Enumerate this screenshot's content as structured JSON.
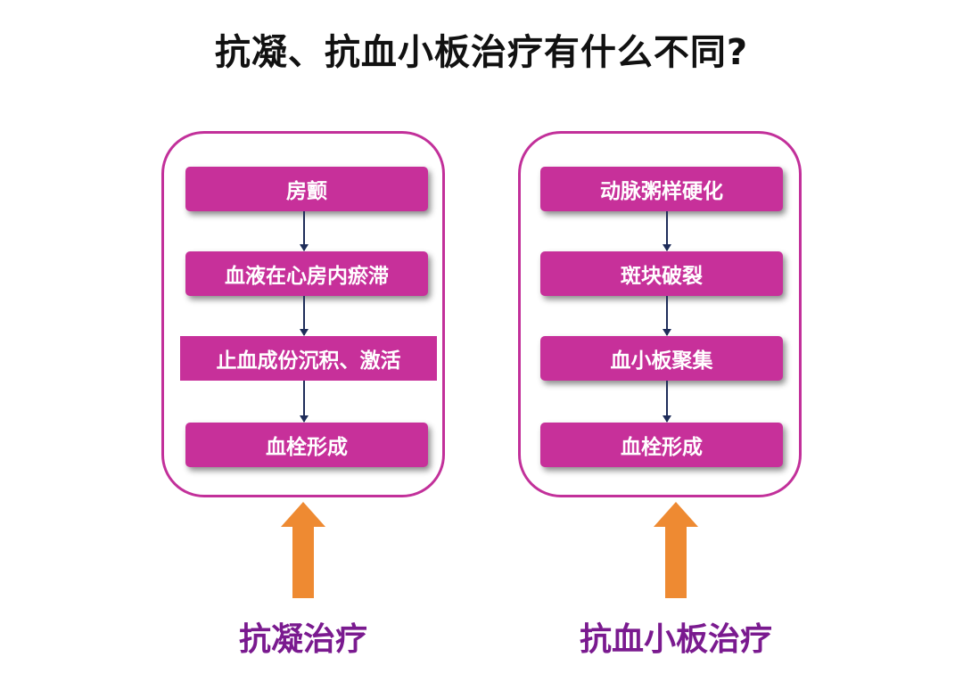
{
  "title": "抗凝、抗血小板治疗有什么不同?",
  "left": {
    "steps": [
      "房颤",
      "血液在心房内瘀滞",
      "止血成份沉积、激活",
      "血栓形成"
    ],
    "label": "抗凝治疗"
  },
  "right": {
    "steps": [
      "动脉粥样硬化",
      "斑块破裂",
      "血小板聚集",
      "血栓形成"
    ],
    "label": "抗血小板治疗"
  },
  "colors": {
    "step_fill": "#c7309a",
    "panel_border": "#c2309a",
    "arrow": "#ee8a32",
    "label_text": "#7a1a8f",
    "connector": "#1f2d5a"
  }
}
